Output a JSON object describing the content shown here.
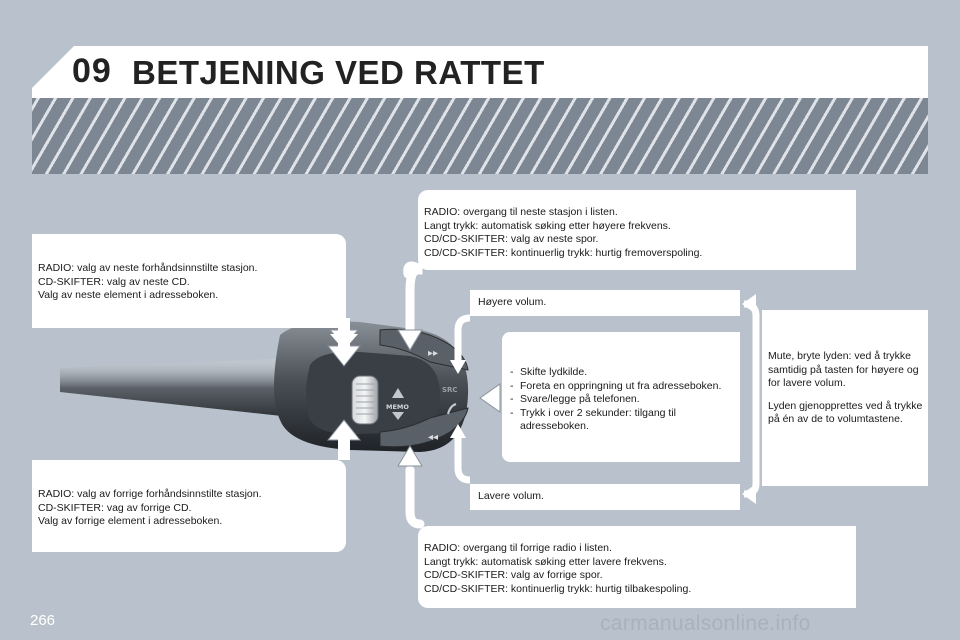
{
  "header": {
    "chapter_number": "09",
    "title": "BETJENING VED RATTET"
  },
  "boxes": {
    "left_top": {
      "lines": [
        "RADIO: valg av neste forhåndsinnstilte stasjon.",
        "CD-SKIFTER: valg av neste CD.",
        "Valg av neste element i adresseboken."
      ]
    },
    "left_bottom": {
      "lines": [
        "RADIO: valg av forrige forhåndsinnstilte stasjon.",
        "CD-SKIFTER: vag av forrige CD.",
        "Valg av forrige element i adresseboken."
      ]
    },
    "top": {
      "lines": [
        "RADIO: overgang til neste stasjon i listen.",
        "Langt trykk: automatisk søking etter høyere frekvens.",
        "CD/CD-SKIFTER: valg av neste spor.",
        "CD/CD-SKIFTER: kontinuerlig trykk: hurtig fremoverspoling."
      ]
    },
    "bottom": {
      "lines": [
        "RADIO: overgang til forrige radio i listen.",
        "Langt trykk: automatisk søking etter lavere frekvens.",
        "CD/CD-SKIFTER: valg av forrige spor.",
        "CD/CD-SKIFTER: kontinuerlig trykk: hurtig tilbakespoling."
      ]
    },
    "volume_up": {
      "text": "Høyere volum."
    },
    "volume_down": {
      "text": "Lavere volum."
    },
    "center": {
      "items": [
        "Skifte lydkilde.",
        "Foreta en oppringning ut fra adresseboken.",
        "Svare/legge på telefonen.",
        "Trykk i over 2 sekunder: tilgang til adresseboken."
      ]
    },
    "right": {
      "paragraph_1": "Mute, bryte lyden: ved å trykke samtidig på tasten for høyere og for lavere volum.",
      "paragraph_2": "Lyden gjenopprettes ved å trykke på én av de to volumtastene."
    }
  },
  "control": {
    "memo_label": "MEMO",
    "src_label": "SRC",
    "next_icon": "fast-forward-icon",
    "prev_icon": "rewind-icon",
    "phone_icon": "phone-icon"
  },
  "footer": {
    "page_number": "266",
    "watermark": "carmanualsonline.info"
  },
  "colors": {
    "background": "#b9c2cc",
    "stripe_dark": "#7d8793",
    "arrow_fill": "#ffffff",
    "arrow_stroke": "#8a929c"
  }
}
